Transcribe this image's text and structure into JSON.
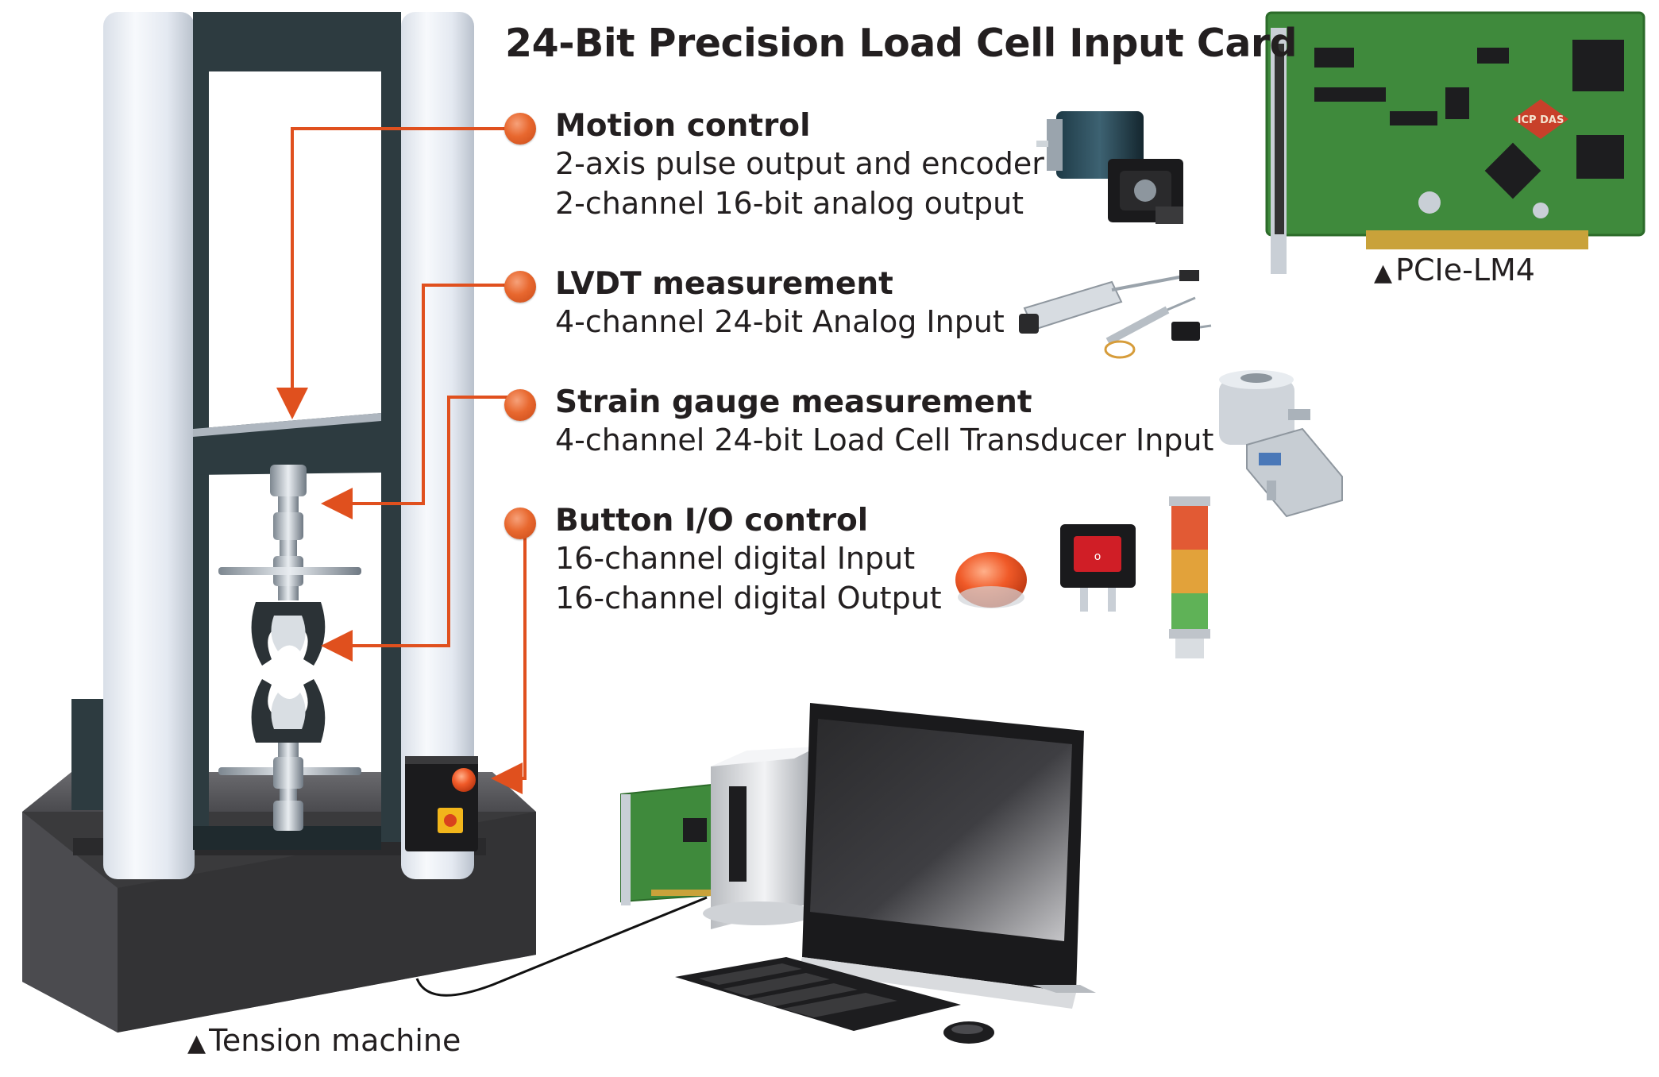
{
  "title": "24-Bit Precision Load Cell Input Card",
  "features": [
    {
      "title": "Motion control",
      "lines": [
        "2-axis pulse output and encoder",
        "2-channel 16-bit analog output"
      ]
    },
    {
      "title": "LVDT measurement",
      "lines": [
        "4-channel 24-bit Analog Input"
      ]
    },
    {
      "title": "Strain gauge measurement",
      "lines": [
        "4-channel 24-bit Load Cell Transducer Input"
      ]
    },
    {
      "title": "Button I/O control",
      "lines": [
        "16-channel digital Input",
        "16-channel digital Output"
      ]
    }
  ],
  "captions": {
    "card": "PCIe-LM4",
    "machine": "Tension machine",
    "marker": "▲"
  },
  "card_chip_label": "ICP DAS",
  "colors": {
    "accent": "#e8682f",
    "arrow": "#e0501e",
    "frame_dark": "#2d3b40",
    "column_light": "#e8edf4",
    "pcb_green": "#3f8a3c",
    "base_dark": "#3a3a3c"
  }
}
